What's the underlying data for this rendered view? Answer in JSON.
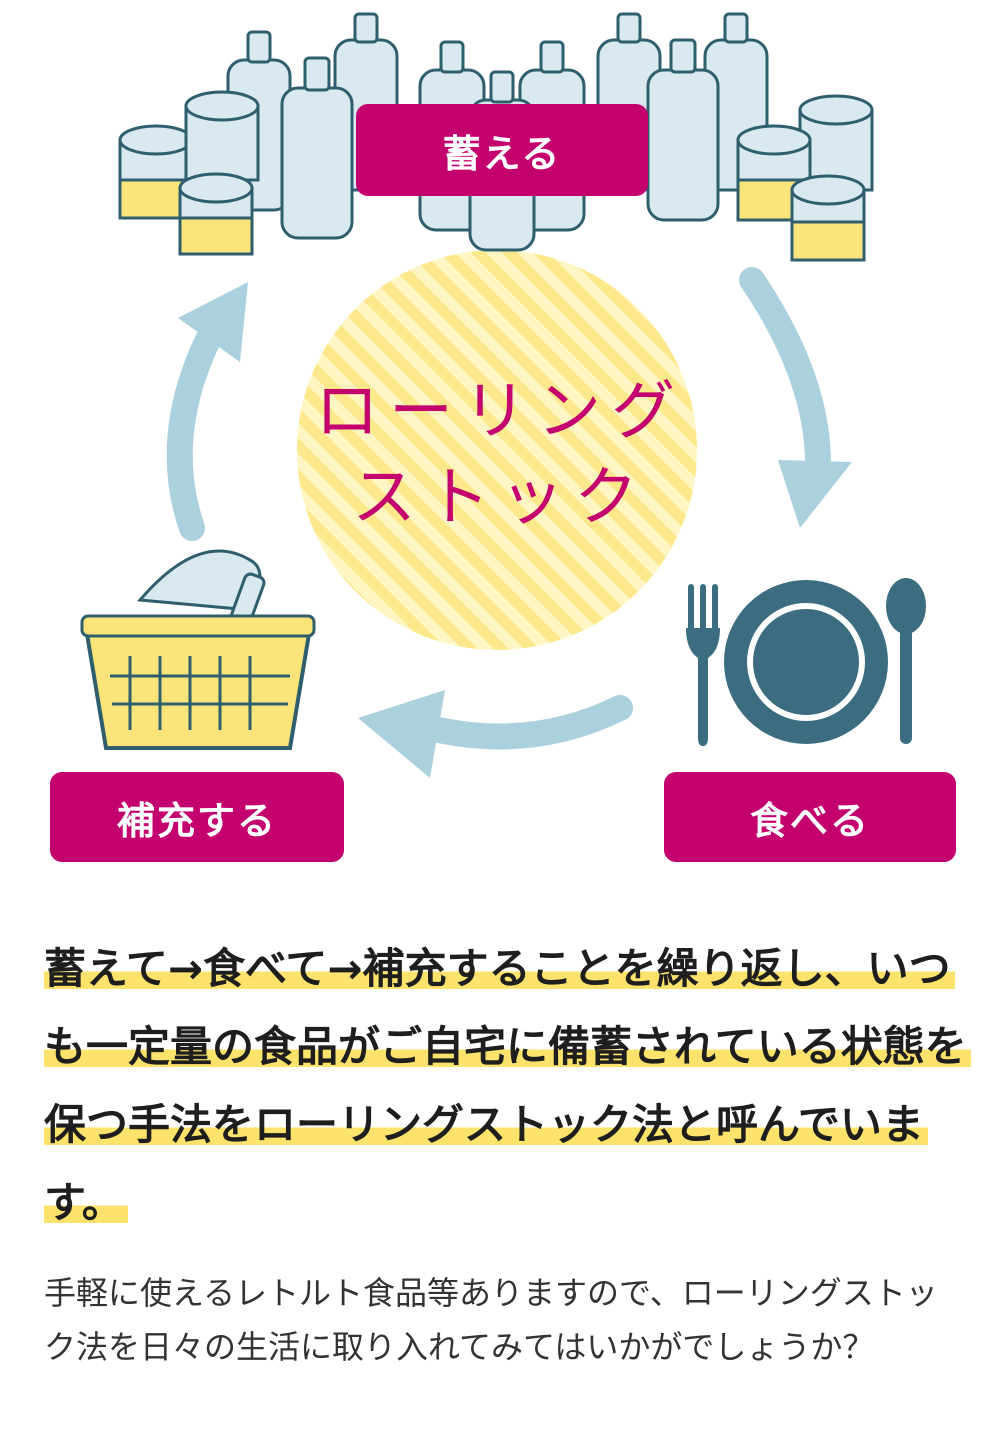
{
  "diagram": {
    "center_title_line1": "ローリング",
    "center_title_line2": "ストック",
    "step_store": "蓄える",
    "step_eat": "食べる",
    "step_replenish": "補充する"
  },
  "text": {
    "lead": "蓄えて→食べて→補充することを繰り返し、いつも一定量の食品がご自宅に備蓄されている状態を保つ手法をローリングストック法と呼んでいます。",
    "note": "手軽に使えるレトルト食品等ありますので、ローリングストック法を日々の生活に取り入れてみてはいかがでしょうか？"
  },
  "colors": {
    "accent": "#c4006f",
    "arrow": "#acd1de",
    "icon_stroke": "#2f5e6e",
    "highlight": "#fde36b",
    "can_yellow": "#fbe57a",
    "circle": "#fff1a8"
  },
  "icons": [
    "water-bottles-icon",
    "canned-food-icon",
    "fork-icon",
    "plate-icon",
    "spoon-icon",
    "shopping-basket-icon"
  ]
}
